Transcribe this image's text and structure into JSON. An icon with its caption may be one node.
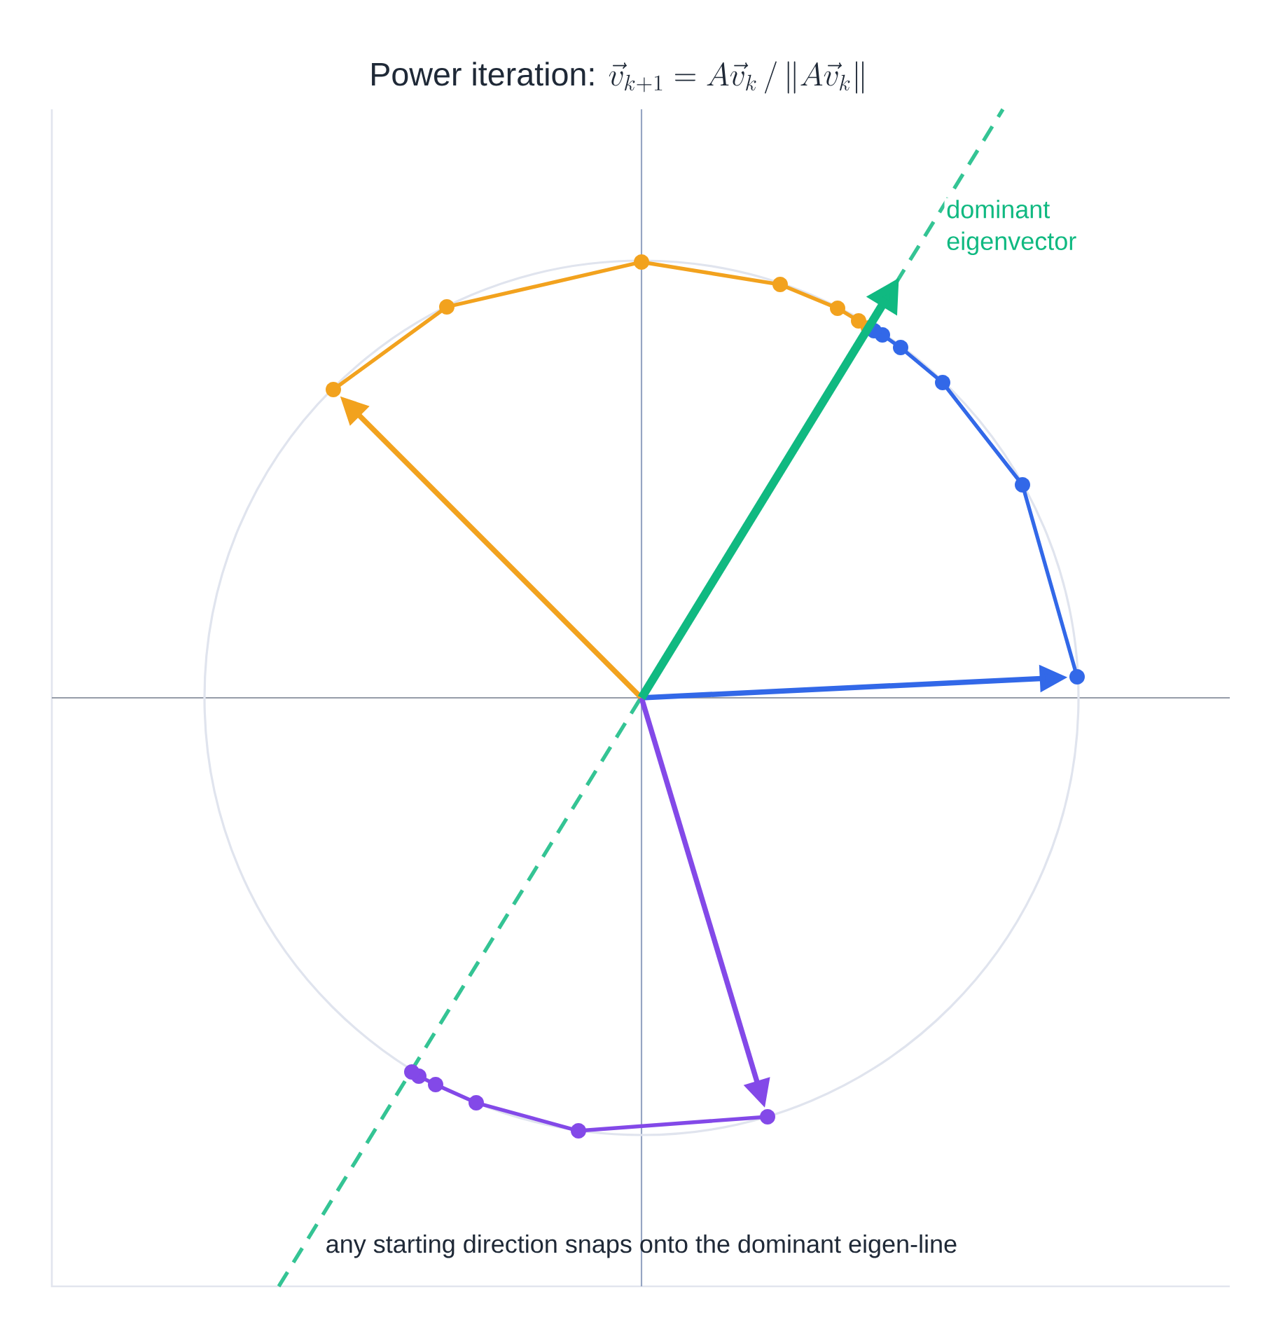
{
  "diagram": {
    "title": "Power iteration:",
    "caption": "any starting direction snaps onto the dominant eigen-line",
    "labels": [
      "\\vec{v}_{k+1} = A\\vec{v}_k \\,/\\, \\|A\\vec{v}_k\\|",
      "dominant eigenvector"
    ]
  }
}
